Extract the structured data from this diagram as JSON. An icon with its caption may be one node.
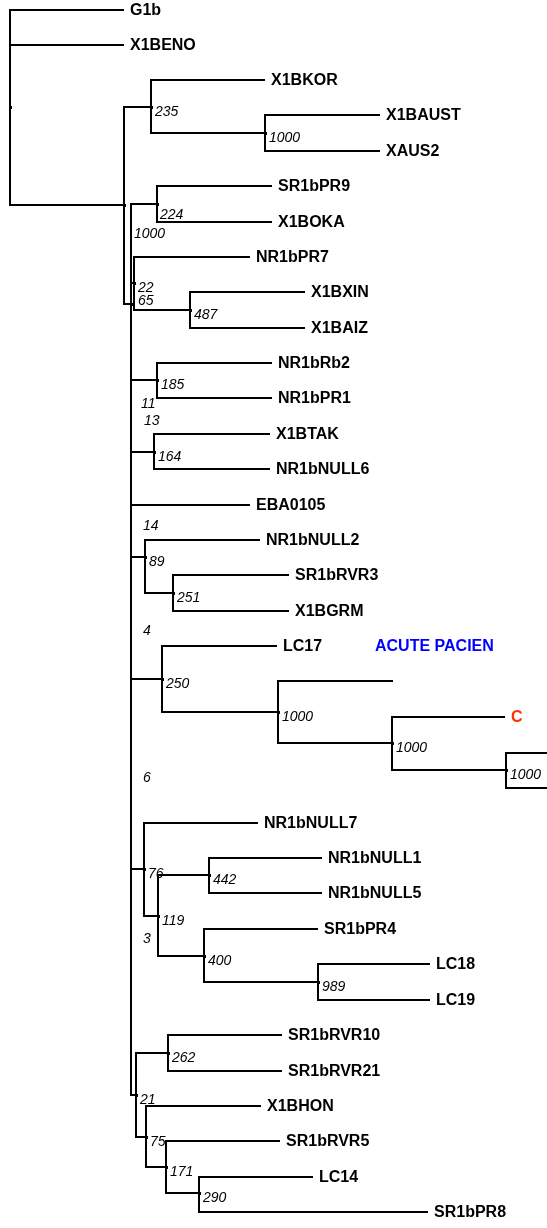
{
  "diagram": {
    "nodes": [
      {
        "text": [],
        "shape": "point"
      },
      {
        "text": [
          "G1b"
        ]
      },
      {
        "text": [
          "X1BENO"
        ]
      },
      {
        "text": [],
        "shape": "point",
        "beside": [
          "1000"
        ]
      },
      {
        "text": [],
        "shape": "point",
        "beside": [
          "235"
        ]
      },
      {
        "text": [
          "X1BKOR"
        ]
      },
      {
        "text": [],
        "shape": "point",
        "beside": [
          "1000"
        ]
      },
      {
        "text": [
          "X1BAUST"
        ]
      },
      {
        "text": [
          "XAUS2"
        ]
      },
      {
        "text": [],
        "shape": "point"
      },
      {
        "text": [],
        "shape": "point",
        "beside": [
          "224"
        ]
      },
      {
        "text": [
          "SR1bPR9"
        ]
      },
      {
        "text": [
          "X1BOKA"
        ]
      },
      {
        "text": [],
        "shape": "point",
        "beside": [
          "22"
        ]
      },
      {
        "text": [
          "NR1bPR7"
        ]
      },
      {
        "text": [],
        "shape": "point",
        "beside": [
          "487"
        ]
      },
      {
        "text": [
          "X1BXIN"
        ]
      },
      {
        "text": [
          "X1BAIZ"
        ]
      },
      {
        "text": [],
        "shape": "point",
        "beside": [
          "185"
        ]
      },
      {
        "text": [
          "NR1bRb2"
        ]
      },
      {
        "text": [
          "NR1bPR1"
        ]
      },
      {
        "text": [],
        "shape": "point",
        "beside": [
          "164"
        ]
      },
      {
        "text": [
          "X1BTAK"
        ]
      },
      {
        "text": [
          "NR1bNULL6"
        ]
      },
      {
        "text": [
          "EBA0105"
        ]
      },
      {
        "text": [],
        "shape": "point",
        "beside": [
          "89"
        ]
      },
      {
        "text": [
          "NR1bNULL2"
        ]
      },
      {
        "text": [],
        "shape": "point",
        "beside": [
          "251"
        ]
      },
      {
        "text": [
          "SR1bRVR3"
        ]
      },
      {
        "text": [
          "X1BGRM"
        ]
      },
      {
        "text": [],
        "shape": "point",
        "beside": [
          "250"
        ]
      },
      {
        "text": [
          "LC17"
        ]
      },
      {
        "text": [],
        "shape": "point",
        "beside": [
          "1000"
        ]
      },
      {
        "text": [],
        "shape": "point",
        "beside": [
          "1000"
        ]
      },
      {
        "text": [
          "C"
        ]
      },
      {
        "text": [],
        "shape": "point",
        "beside": [
          "1000"
        ]
      },
      {
        "text": [],
        "shape": "point",
        "beside": [
          "76"
        ]
      },
      {
        "text": [
          "NR1bNULL7"
        ]
      },
      {
        "text": [],
        "shape": "point",
        "beside": [
          "119"
        ]
      },
      {
        "text": [],
        "shape": "point",
        "beside": [
          "442"
        ]
      },
      {
        "text": [
          "NR1bNULL1"
        ]
      },
      {
        "text": [
          "NR1bNULL5"
        ]
      },
      {
        "text": [],
        "shape": "point",
        "beside": [
          "400"
        ]
      },
      {
        "text": [
          "SR1bPR4"
        ]
      },
      {
        "text": [],
        "shape": "point",
        "beside": [
          "989"
        ]
      },
      {
        "text": [
          "LC18"
        ]
      },
      {
        "text": [
          "LC19"
        ]
      },
      {
        "text": [],
        "shape": "point",
        "beside": [
          "21"
        ]
      },
      {
        "text": [],
        "shape": "point",
        "beside": [
          "262"
        ]
      },
      {
        "text": [
          "SR1bRVR10"
        ]
      },
      {
        "text": [
          "SR1bRVR21"
        ]
      },
      {
        "text": [],
        "shape": "point",
        "beside": [
          "75"
        ]
      },
      {
        "text": [
          "X1BHON"
        ]
      },
      {
        "text": [],
        "shape": "point",
        "beside": [
          "171"
        ]
      },
      {
        "text": [
          "SR1bRVR5"
        ]
      },
      {
        "text": [],
        "shape": "point",
        "beside": [
          "290"
        ]
      },
      {
        "text": [
          "LC14"
        ]
      },
      {
        "text": [
          "SR1bPR8"
        ]
      }
    ],
    "edges": [
      {
        "from": 0,
        "to": 1,
        "arrow": "none"
      },
      {
        "from": 0,
        "to": 2,
        "arrow": "none"
      },
      {
        "from": 0,
        "to": 3,
        "arrow": "none"
      },
      {
        "from": 3,
        "to": 4,
        "arrow": "none"
      },
      {
        "from": 3,
        "to": 9,
        "arrow": "none"
      },
      {
        "from": 4,
        "to": 5,
        "arrow": "none"
      },
      {
        "from": 4,
        "to": 6,
        "arrow": "none"
      },
      {
        "from": 6,
        "to": 7,
        "arrow": "none"
      },
      {
        "from": 6,
        "to": 8,
        "arrow": "none"
      },
      {
        "from": 9,
        "to": 10,
        "arrow": "none"
      },
      {
        "from": 9,
        "to": 13,
        "arrow": "none"
      },
      {
        "from": 9,
        "to": 18,
        "arrow": "none"
      },
      {
        "from": 9,
        "to": 21,
        "arrow": "none"
      },
      {
        "from": 9,
        "to": 24,
        "arrow": "none"
      },
      {
        "from": 9,
        "to": 25,
        "arrow": "none"
      },
      {
        "from": 9,
        "to": 30,
        "arrow": "none"
      },
      {
        "from": 9,
        "to": 36,
        "arrow": "none"
      },
      {
        "from": 9,
        "to": 47,
        "arrow": "none"
      },
      {
        "from": 10,
        "to": 11,
        "arrow": "none"
      },
      {
        "from": 10,
        "to": 12,
        "arrow": "none"
      },
      {
        "from": 13,
        "to": 14,
        "arrow": "none"
      },
      {
        "from": 13,
        "to": 15,
        "arrow": "none"
      },
      {
        "from": 15,
        "to": 16,
        "arrow": "none"
      },
      {
        "from": 15,
        "to": 17,
        "arrow": "none"
      },
      {
        "from": 18,
        "to": 19,
        "arrow": "none"
      },
      {
        "from": 18,
        "to": 20,
        "arrow": "none"
      },
      {
        "from": 21,
        "to": 22,
        "arrow": "none"
      },
      {
        "from": 21,
        "to": 23,
        "arrow": "none"
      },
      {
        "from": 25,
        "to": 26,
        "arrow": "none"
      },
      {
        "from": 25,
        "to": 27,
        "arrow": "none"
      },
      {
        "from": 27,
        "to": 28,
        "arrow": "none"
      },
      {
        "from": 27,
        "to": 29,
        "arrow": "none"
      },
      {
        "from": 30,
        "to": 31,
        "arrow": "none"
      },
      {
        "from": 30,
        "to": 32,
        "arrow": "none"
      },
      {
        "from": 32,
        "to": null,
        "arrow": "none"
      },
      {
        "from": 32,
        "to": 33,
        "arrow": "none"
      },
      {
        "from": 33,
        "to": 34,
        "arrow": "none"
      },
      {
        "from": 33,
        "to": 35,
        "arrow": "none"
      },
      {
        "from": 35,
        "to": null,
        "arrow": "none"
      },
      {
        "from": 35,
        "to": null,
        "arrow": "none"
      },
      {
        "from": 36,
        "to": 37,
        "arrow": "none"
      },
      {
        "from": 36,
        "to": 38,
        "arrow": "none"
      },
      {
        "from": 38,
        "to": 39,
        "arrow": "none"
      },
      {
        "from": 38,
        "to": 42,
        "arrow": "none"
      },
      {
        "from": 39,
        "to": 40,
        "arrow": "none"
      },
      {
        "from": 39,
        "to": 41,
        "arrow": "none"
      },
      {
        "from": 42,
        "to": 43,
        "arrow": "none"
      },
      {
        "from": 42,
        "to": 44,
        "arrow": "none"
      },
      {
        "from": 44,
        "to": 45,
        "arrow": "none"
      },
      {
        "from": 44,
        "to": 46,
        "arrow": "none"
      },
      {
        "from": 47,
        "to": 48,
        "arrow": "none"
      },
      {
        "from": 47,
        "to": 51,
        "arrow": "none"
      },
      {
        "from": 48,
        "to": 49,
        "arrow": "none"
      },
      {
        "from": 48,
        "to": 50,
        "arrow": "none"
      },
      {
        "from": 51,
        "to": 52,
        "arrow": "none"
      },
      {
        "from": 51,
        "to": 53,
        "arrow": "none"
      },
      {
        "from": 53,
        "to": 54,
        "arrow": "none"
      },
      {
        "from": 53,
        "to": 55,
        "arrow": "none"
      },
      {
        "from": 55,
        "to": 56,
        "arrow": "none"
      },
      {
        "from": 55,
        "to": 57,
        "arrow": "none"
      }
    ],
    "labels": [
      "65",
      "11",
      "13",
      "14",
      "4",
      "6",
      "3",
      "ACUTE PACIEN"
    ]
  }
}
